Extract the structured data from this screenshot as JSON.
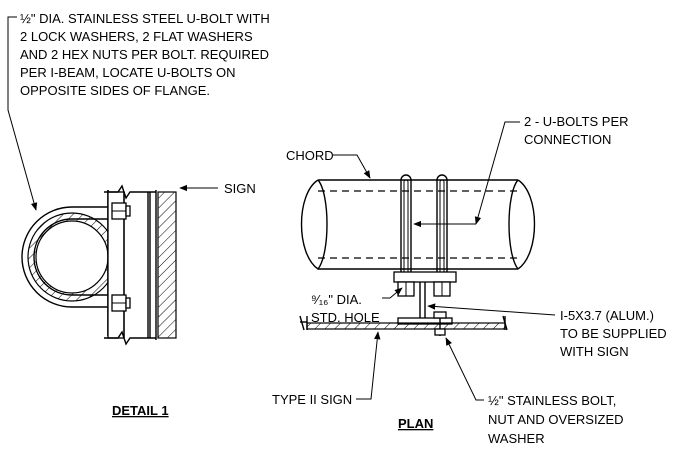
{
  "notes": {
    "ubolt_note": [
      "½\" DIA. STAINLESS STEEL U-BOLT WITH",
      "2 LOCK WASHERS, 2 FLAT WASHERS",
      "AND 2 HEX NUTS PER BOLT.  REQUIRED",
      "PER I-BEAM, LOCATE  U-BOLTS ON",
      "OPPOSITE SIDES OF FLANGE."
    ],
    "sign": "SIGN",
    "chord": "CHORD",
    "ubolts_per_connection": [
      "2 - U-BOLTS PER",
      "CONNECTION"
    ],
    "hole": [
      "⁹⁄₁₆\" DIA.",
      "STD. HOLE"
    ],
    "ibeam": [
      "I-5X3.7 (ALUM.)",
      "TO BE SUPPLIED",
      "WITH SIGN"
    ],
    "type2_sign": "TYPE II SIGN",
    "stainless_bolt": [
      "½\" STAINLESS BOLT,",
      "NUT AND OVERSIZED",
      "WASHER"
    ]
  },
  "titles": {
    "detail": "DETAIL 1",
    "plan": "PLAN"
  }
}
